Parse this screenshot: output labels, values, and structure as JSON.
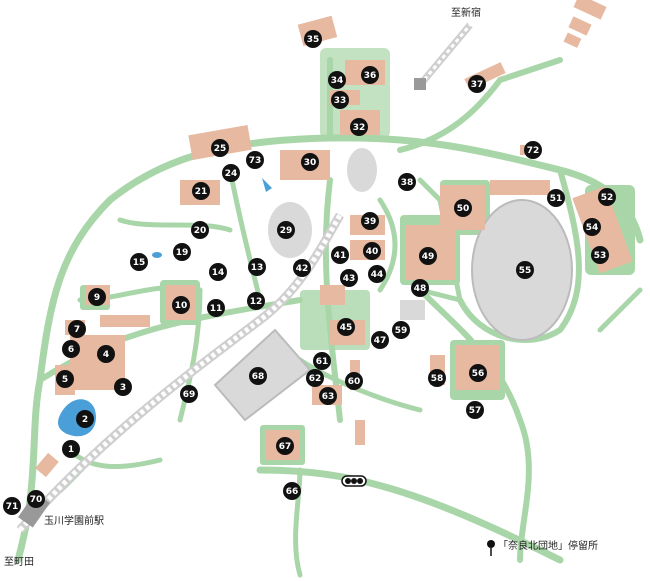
{
  "labels": {
    "to_shinjuku": "至新宿",
    "to_machida": "至町田",
    "station": "玉川学園前駅",
    "bus_stop": "「奈良北団地」停留所"
  },
  "markers": [
    "1",
    "2",
    "3",
    "4",
    "5",
    "6",
    "7",
    "9",
    "10",
    "11",
    "12",
    "13",
    "14",
    "15",
    "19",
    "20",
    "21",
    "24",
    "25",
    "29",
    "30",
    "32",
    "33",
    "34",
    "35",
    "36",
    "37",
    "38",
    "39",
    "40",
    "41",
    "42",
    "43",
    "44",
    "45",
    "47",
    "48",
    "49",
    "50",
    "51",
    "52",
    "53",
    "54",
    "55",
    "56",
    "57",
    "58",
    "59",
    "60",
    "61",
    "62",
    "63",
    "66",
    "67",
    "68",
    "69",
    "70",
    "71",
    "72",
    "73"
  ],
  "colors": {
    "green": "#a9d6a8",
    "road": "#ffffff",
    "building": "#e7b9a0",
    "field": "#d8d8d8",
    "marker": "#111111",
    "water": "#4a9fd8"
  }
}
